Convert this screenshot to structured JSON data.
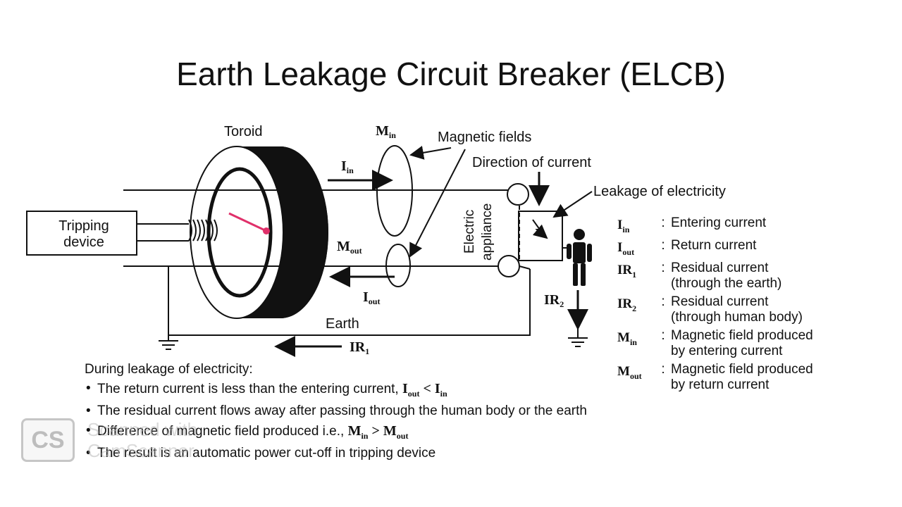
{
  "title": "Earth Leakage Circuit Breaker (ELCB)",
  "diagram": {
    "toroid": "Toroid",
    "magnetic_fields": "Magnetic fields",
    "direction_of_current": "Direction of current",
    "leakage_of_electricity": "Leakage of electricity",
    "tripping_device_line1": "Tripping",
    "tripping_device_line2": "device",
    "electric_appliance_line1": "Electric",
    "electric_appliance_line2": "appliance",
    "earth": "Earth",
    "m_in": {
      "base": "M",
      "sub": "in"
    },
    "i_in": {
      "base": "I",
      "sub": "in"
    },
    "m_out": {
      "base": "M",
      "sub": "out"
    },
    "i_out": {
      "base": "I",
      "sub": "out"
    },
    "ir1": {
      "base": "IR",
      "sub": "1"
    },
    "ir2": {
      "base": "IR",
      "sub": "2"
    }
  },
  "legend": [
    {
      "sym": "I",
      "sub": "in",
      "desc": "Entering current"
    },
    {
      "sym": "I",
      "sub": "out",
      "desc": "Return current"
    },
    {
      "sym": "IR",
      "sub": "1",
      "desc": "Residual current\n(through the earth)"
    },
    {
      "sym": "IR",
      "sub": "2",
      "desc": "Residual current\n(through human body)"
    },
    {
      "sym": "M",
      "sub": "in",
      "desc": "Magnetic field produced\nby entering current"
    },
    {
      "sym": "M",
      "sub": "out",
      "desc": "Magnetic field produced\nby return current"
    }
  ],
  "notes": {
    "heading": "During leakage of electricity:",
    "item1": "The return current is less than the entering current,",
    "item1_math": {
      "a": "I",
      "a_sub": "out",
      "op": " < ",
      "b": "I",
      "b_sub": "in"
    },
    "item2": "The residual current flows away after passing through the human body or the earth",
    "item3": "Difference of magnetic field produced i.e.,",
    "item3_math": {
      "a": "M",
      "a_sub": "in",
      "op": " > ",
      "b": "M",
      "b_sub": "out"
    },
    "item4": "The result is an automatic power cut-off in tripping device"
  },
  "watermark": {
    "logo": "CS",
    "line1": "Scanned with",
    "line2": "CamScanner"
  }
}
